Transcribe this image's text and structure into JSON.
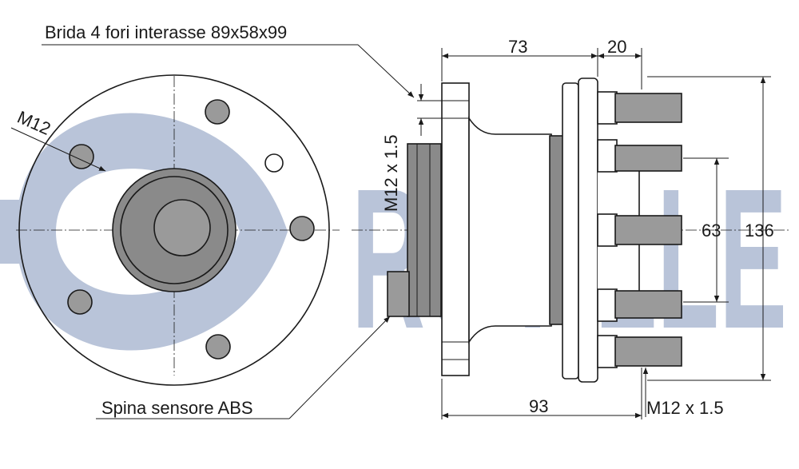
{
  "labels": {
    "flange": "Brida 4 fori interasse 89x58x99",
    "abs_pin": "Spina sensore ABS",
    "bolt_front": "M12",
    "thread_side": "M12 x 1.5",
    "thread_bottom": "M12 x 1.5"
  },
  "dimensions": {
    "width_73": "73",
    "width_20": "20",
    "width_93": "93",
    "height_63": "63",
    "height_136": "136"
  },
  "watermark": "RUVILLE",
  "colors": {
    "line": "#1a1a1a",
    "part_fill": "#ffffff",
    "hub_fill": "#8a8a8a",
    "stud_fill": "#9a9a9a",
    "watermark": "#b9c4d9"
  }
}
